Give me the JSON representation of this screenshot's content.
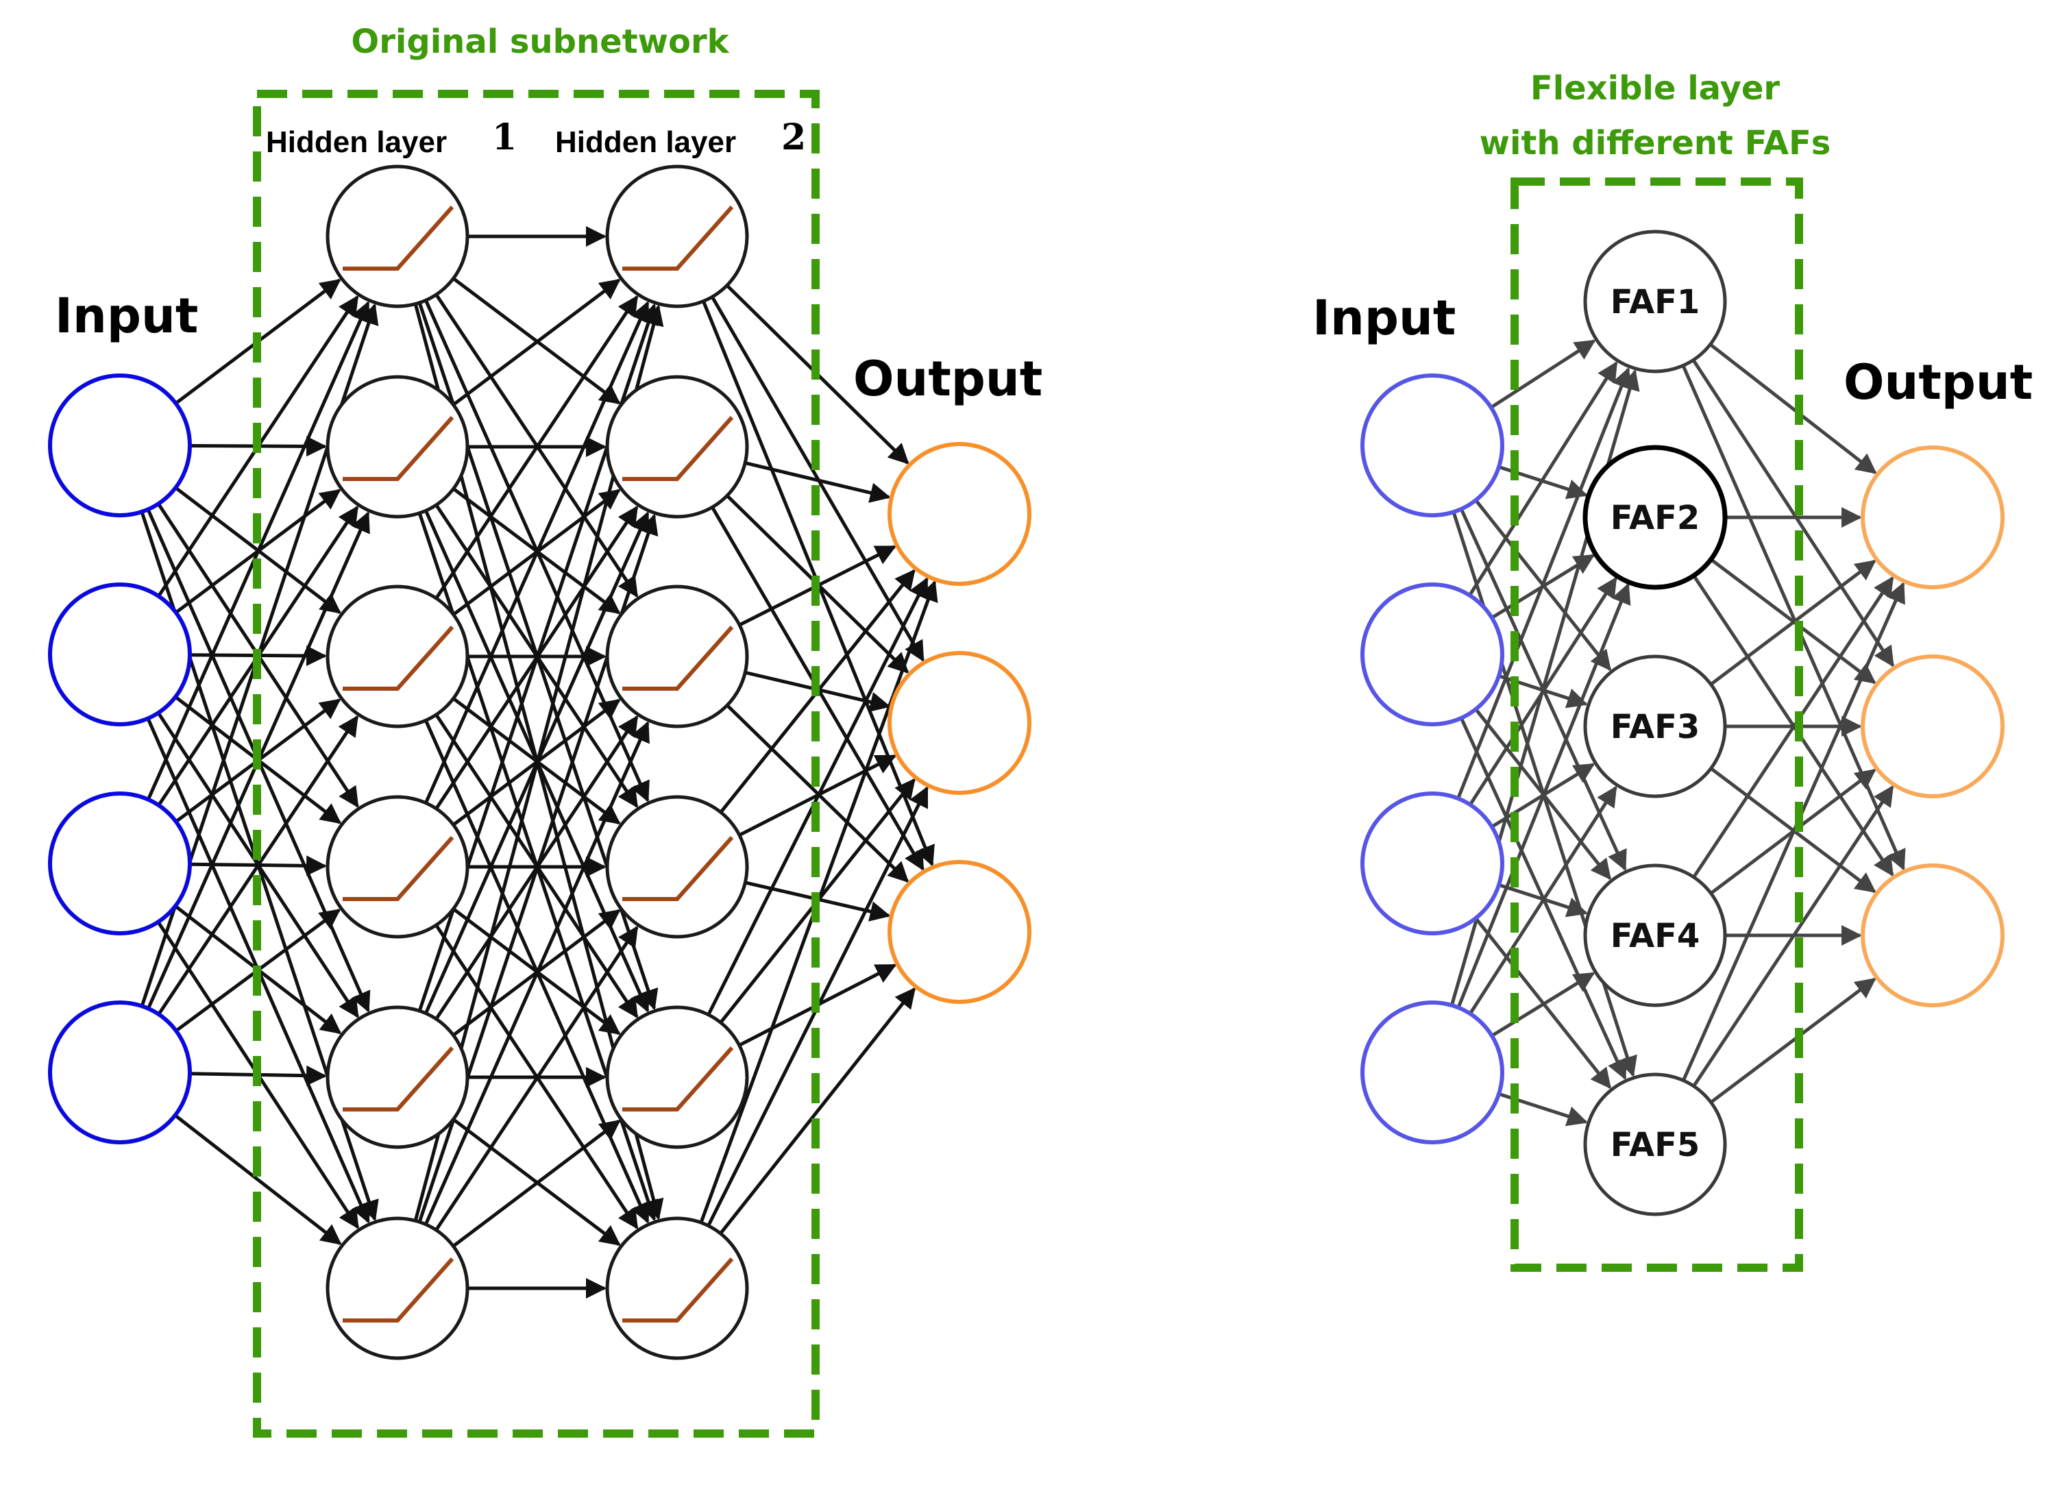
{
  "colors": {
    "green": "#3d9a0a",
    "input_node": "#0a0adf",
    "input_node_light": "#5656e6",
    "output_node": "#f7902a",
    "output_node_light": "#f8a95a",
    "hidden_node": "#1a1a1a",
    "relu": "#a04616",
    "edge": "#111111",
    "edge_light": "#444444"
  },
  "left": {
    "title": "Original subnetwork",
    "input_label": "Input",
    "output_label": "Output",
    "hidden1_label": "Hidden layer",
    "hidden1_number": "1",
    "hidden2_label": "Hidden layer",
    "hidden2_number": "2",
    "input_count": 4,
    "hidden_count": 6,
    "output_count": 3,
    "activation_icon": "relu-icon"
  },
  "right": {
    "title_line1": "Flexible layer",
    "title_line2": "with different FAFs",
    "input_label": "Input",
    "output_label": "Output",
    "input_count": 4,
    "output_count": 3,
    "faf_nodes": [
      "FAF1",
      "FAF2",
      "FAF3",
      "FAF4",
      "FAF5"
    ]
  }
}
